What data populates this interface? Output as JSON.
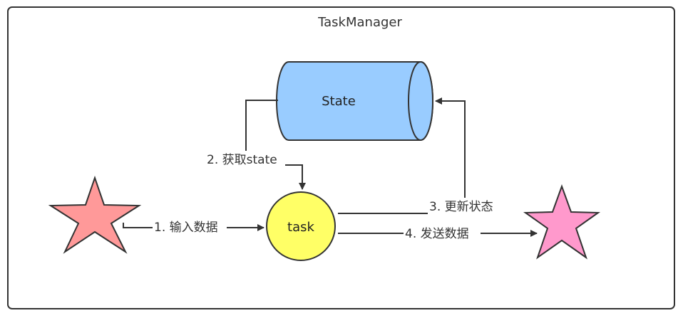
{
  "container": {
    "title": "TaskManager"
  },
  "nodes": {
    "state": {
      "label": "State",
      "color": "#99CCFF"
    },
    "task": {
      "label": "task",
      "color": "#FFFF66"
    },
    "source": {
      "color": "#FF9999"
    },
    "sink": {
      "color": "#FF99CC"
    }
  },
  "edges": {
    "input": "1. 输入数据",
    "get_state": "2. 获取state",
    "update_state": "3. 更新状态",
    "send_data": "4. 发送数据"
  },
  "colors": {
    "stroke": "#333333"
  }
}
